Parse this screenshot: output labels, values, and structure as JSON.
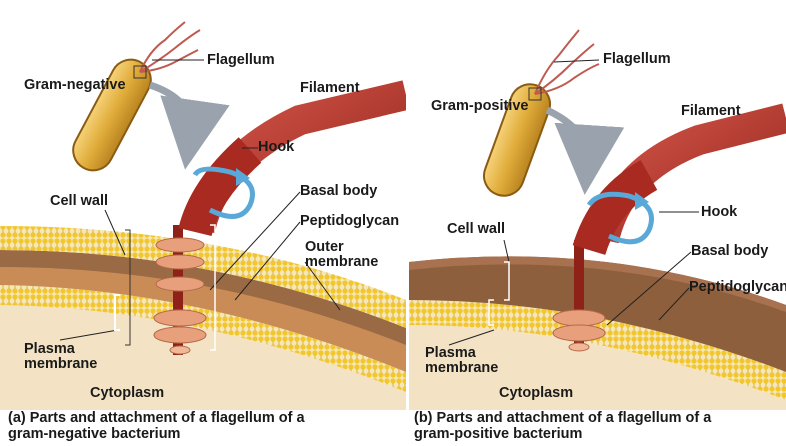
{
  "panel_a": {
    "labels": {
      "gram_type": "Gram-negative",
      "flagellum": "Flagellum",
      "filament": "Filament",
      "hook": "Hook",
      "basal_body": "Basal body",
      "peptidoglycan": "Peptidoglycan",
      "outer_membrane": "Outer membrane",
      "cell_wall": "Cell wall",
      "plasma_membrane": "Plasma membrane",
      "cytoplasm": "Cytoplasm"
    },
    "caption": {
      "letter": "(a)",
      "line1": "Parts and attachment of a flagellum of a",
      "line2": "gram-negative bacterium"
    }
  },
  "panel_b": {
    "labels": {
      "gram_type": "Gram-positive",
      "flagellum": "Flagellum",
      "filament": "Filament",
      "hook": "Hook",
      "basal_body": "Basal body",
      "peptidoglycan": "Peptidoglycan",
      "cell_wall": "Cell wall",
      "plasma_membrane": "Plasma membrane",
      "cytoplasm": "Cytoplasm"
    },
    "caption": {
      "letter": "(b)",
      "line1": "Parts and attachment of a flagellum of a",
      "line2": "gram-positive bacterium"
    }
  },
  "colors": {
    "filament": "#b5342a",
    "peptidoglycan": "#9a6a44",
    "lipid_head": "#f2c62d",
    "cytoplasm": "#f3e3c4",
    "basal_ring": "#e8a07c",
    "bacterium": "#e0ac3a",
    "arrow": "#9aa3ad",
    "rotation_arrow": "#5aa8d8"
  }
}
